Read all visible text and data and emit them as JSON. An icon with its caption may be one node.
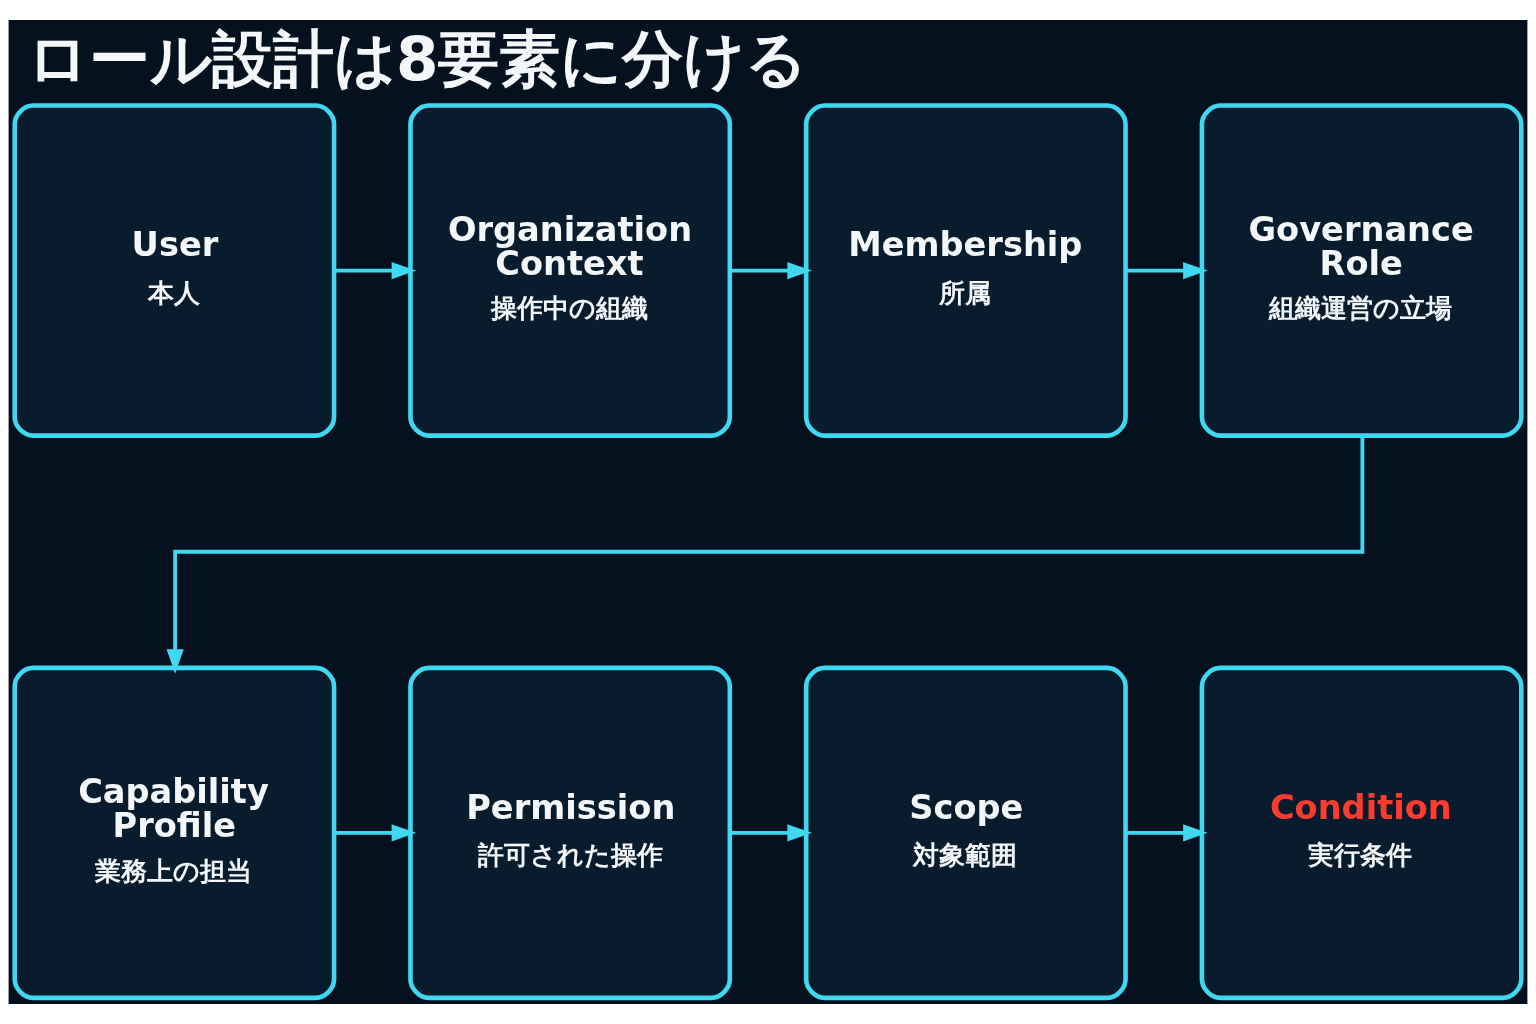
{
  "diagram": {
    "title": "ロール設計は8要素に分ける",
    "nodes": [
      {
        "text": [
          "User",
          "本人"
        ]
      },
      {
        "text": [
          "Organization Context",
          "操作中の組織"
        ]
      },
      {
        "text": [
          "Membership",
          "所属"
        ]
      },
      {
        "text": [
          "Governance Role",
          "組織運営の立場"
        ]
      },
      {
        "text": [
          "Capability Profile",
          "業務上の担当"
        ]
      },
      {
        "text": [
          "Permission",
          "許可された操作"
        ]
      },
      {
        "text": [
          "Scope",
          "対象範囲"
        ]
      },
      {
        "text": [
          "Condition",
          "実行条件"
        ]
      }
    ],
    "edges": [
      {
        "from": 0,
        "to": 1,
        "arrow": "to"
      },
      {
        "from": 1,
        "to": 2,
        "arrow": "to"
      },
      {
        "from": 2,
        "to": 3,
        "arrow": "to"
      },
      {
        "from": 3,
        "to": 4,
        "arrow": "to"
      },
      {
        "from": 4,
        "to": 5,
        "arrow": "to"
      },
      {
        "from": 5,
        "to": 6,
        "arrow": "to"
      },
      {
        "from": 6,
        "to": 7,
        "arrow": "to"
      }
    ]
  }
}
